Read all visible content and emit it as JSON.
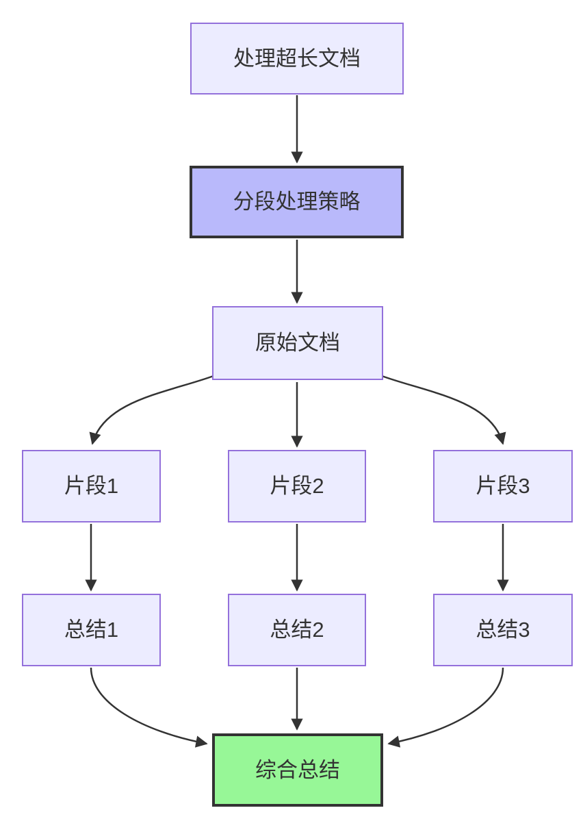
{
  "diagram": {
    "type": "flowchart",
    "direction": "top-down",
    "nodes": [
      {
        "id": "root",
        "label": "处理超长文档",
        "style": "default"
      },
      {
        "id": "strategy",
        "label": "分段处理策略",
        "style": "emphasis-purple"
      },
      {
        "id": "doc",
        "label": "原始文档",
        "style": "default"
      },
      {
        "id": "fragment1",
        "label": "片段1",
        "style": "default"
      },
      {
        "id": "fragment2",
        "label": "片段2",
        "style": "default"
      },
      {
        "id": "fragment3",
        "label": "片段3",
        "style": "default"
      },
      {
        "id": "summary1",
        "label": "总结1",
        "style": "default"
      },
      {
        "id": "summary2",
        "label": "总结2",
        "style": "default"
      },
      {
        "id": "summary3",
        "label": "总结3",
        "style": "default"
      },
      {
        "id": "final",
        "label": "综合总结",
        "style": "emphasis-green"
      }
    ],
    "edges": [
      {
        "from": "root",
        "to": "strategy"
      },
      {
        "from": "strategy",
        "to": "doc"
      },
      {
        "from": "doc",
        "to": "fragment1"
      },
      {
        "from": "doc",
        "to": "fragment2"
      },
      {
        "from": "doc",
        "to": "fragment3"
      },
      {
        "from": "fragment1",
        "to": "summary1"
      },
      {
        "from": "fragment2",
        "to": "summary2"
      },
      {
        "from": "fragment3",
        "to": "summary3"
      },
      {
        "from": "summary1",
        "to": "final"
      },
      {
        "from": "summary2",
        "to": "final"
      },
      {
        "from": "summary3",
        "to": "final"
      }
    ],
    "colors": {
      "node_fill": "#ECECFF",
      "node_border": "#9370DB",
      "emphasis_purple_fill": "#B9B9FB",
      "emphasis_green_fill": "#97F797",
      "emphasis_border": "#333333",
      "edge": "#333333",
      "text": "#333333",
      "background": "#FFFFFF"
    }
  }
}
